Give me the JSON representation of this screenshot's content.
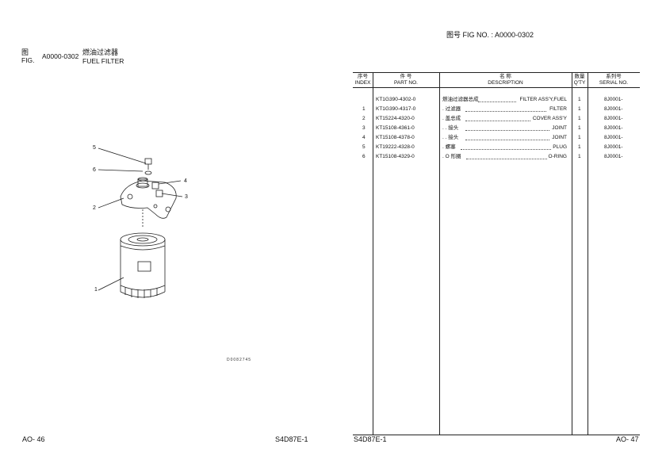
{
  "left_page": {
    "fig_cn_label": "图",
    "fig_en_label": "FIG.",
    "fig_number": "A0000-0302",
    "fig_name_cn": "燃油过滤器",
    "fig_name_en": "FUEL FILTER",
    "drawing_code": "D0082745",
    "callouts": [
      "5",
      "6",
      "4",
      "3",
      "2",
      "1"
    ],
    "page_no": "AO- 46",
    "model": "S4D87E-1"
  },
  "right_page": {
    "fig_no_text": "图号  FIG NO.  : A0000-0302",
    "page_no": "AO- 47",
    "model": "S4D87E-1"
  },
  "table": {
    "headers": {
      "index_cn": "序号",
      "index_en": "INDEX",
      "part_cn": "件    号",
      "part_en": "PART NO.",
      "desc_cn": "名         称",
      "desc_en": "DESCRIPTION",
      "qty_cn": "数量",
      "qty_en": "Q'TY",
      "serial_cn": "系列号",
      "serial_en": "SERIAL NO."
    },
    "rows": [
      {
        "index": "",
        "part_no": "KT1G390-4302-0",
        "desc_cn": "燃油过滤器总成",
        "desc_en": "FILTER ASS'Y,FUEL",
        "qty": "1",
        "serial": "8J0001-"
      },
      {
        "index": "1",
        "part_no": "KT1G390-4317-0",
        "desc_cn": ". 过滤器",
        "desc_en": "FILTER",
        "qty": "1",
        "serial": "8J0001-"
      },
      {
        "index": "2",
        "part_no": "KT15224-4320-0",
        "desc_cn": ". 盖总成",
        "desc_en": "COVER ASS'Y",
        "qty": "1",
        "serial": "8J0001-"
      },
      {
        "index": "3",
        "part_no": "KT15108-4361-0",
        "desc_cn": ". . 接头",
        "desc_en": "JOINT",
        "qty": "1",
        "serial": "8J0001-"
      },
      {
        "index": "4",
        "part_no": "KT15108-4378-0",
        "desc_cn": ". . 接头",
        "desc_en": "JOINT",
        "qty": "1",
        "serial": "8J0001-"
      },
      {
        "index": "5",
        "part_no": "KT19222-4328-0",
        "desc_cn": ". 螺塞",
        "desc_en": "PLUG",
        "qty": "1",
        "serial": "8J0001-"
      },
      {
        "index": "6",
        "part_no": "KT15108-4329-0",
        "desc_cn": ". O 形圈",
        "desc_en": "O-RING",
        "qty": "1",
        "serial": "8J0001-"
      }
    ]
  }
}
